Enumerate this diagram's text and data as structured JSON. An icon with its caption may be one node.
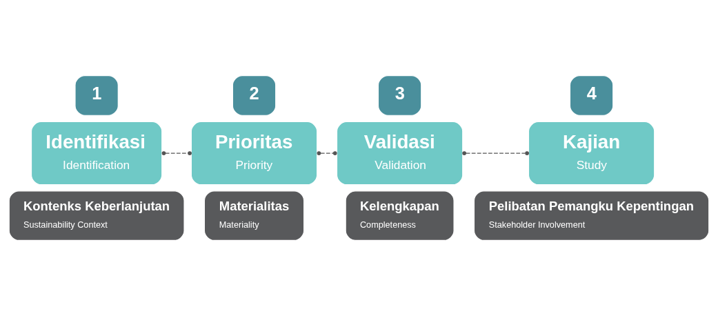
{
  "diagram": {
    "nodes": [
      {
        "text": [
          "1"
        ]
      },
      {
        "text": [
          "Identifikasi",
          "Identification"
        ]
      },
      {
        "text": [
          "Kontenks Keberlanjutan",
          "Sustainability Context"
        ]
      },
      {
        "text": [
          "2"
        ]
      },
      {
        "text": [
          "Prioritas",
          "Priority"
        ]
      },
      {
        "text": [
          "Materialitas",
          "Materiality"
        ]
      },
      {
        "text": [
          "3"
        ]
      },
      {
        "text": [
          "Validasi",
          "Validation"
        ]
      },
      {
        "text": [
          "Kelengkapan",
          "Completeness"
        ]
      },
      {
        "text": [
          "4"
        ]
      },
      {
        "text": [
          "Kajian",
          "Study"
        ]
      },
      {
        "text": [
          "Pelibatan Pemangku Kepentingan",
          "Stakeholder Involvement"
        ]
      }
    ],
    "edges": [
      {
        "from": 1,
        "to": 4,
        "arrow": "other",
        "style": "dashed"
      },
      {
        "from": 4,
        "to": 7,
        "arrow": "other",
        "style": "dashed"
      },
      {
        "from": 7,
        "to": 10,
        "arrow": "other",
        "style": "dashed"
      }
    ]
  }
}
